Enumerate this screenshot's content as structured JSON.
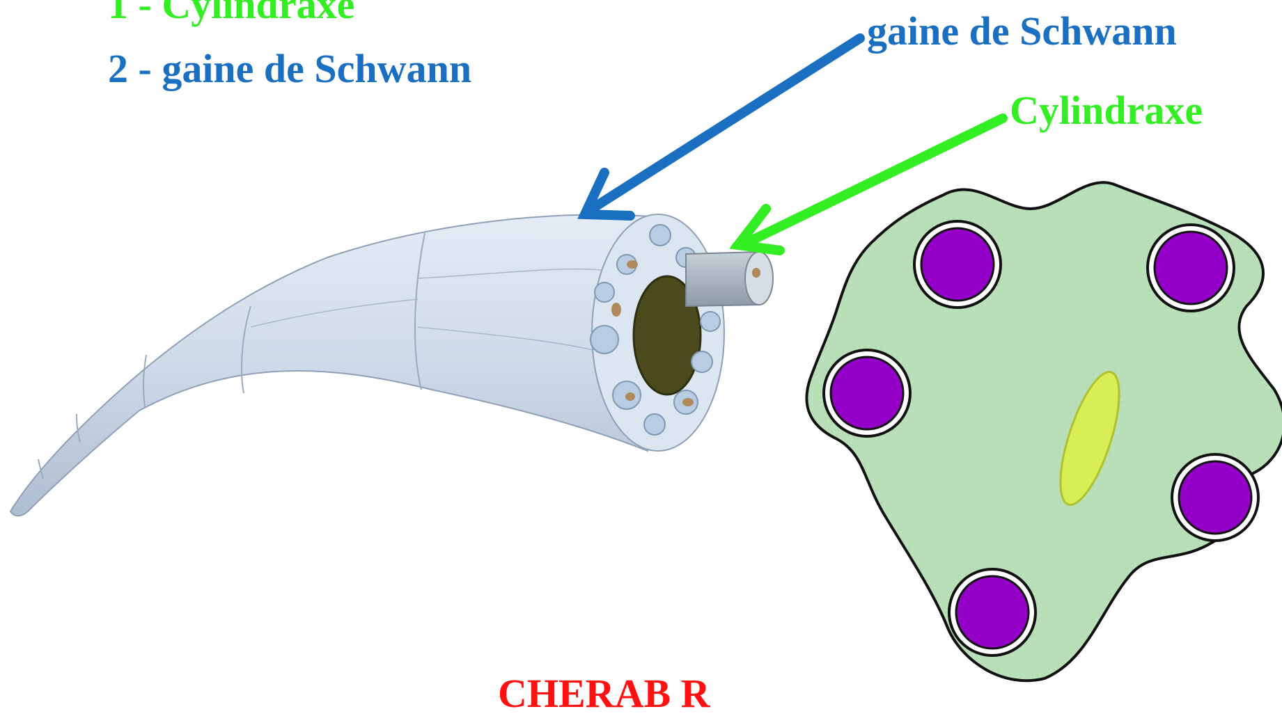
{
  "legend": {
    "item1": "1 - Cylindraxe",
    "item2": "2 - gaine de Schwann"
  },
  "callouts": {
    "schwann": "gaine de Schwann",
    "cylindraxe": "Cylindraxe"
  },
  "author": "CHERAB R",
  "colors": {
    "cylindraxe": "#33ee22",
    "schwann": "#1a6fc0",
    "author": "#ff1111",
    "cytoplasm": "#b9dfb8",
    "axon_cross_section": "#9400c8",
    "nucleus": "#d8ee55"
  }
}
